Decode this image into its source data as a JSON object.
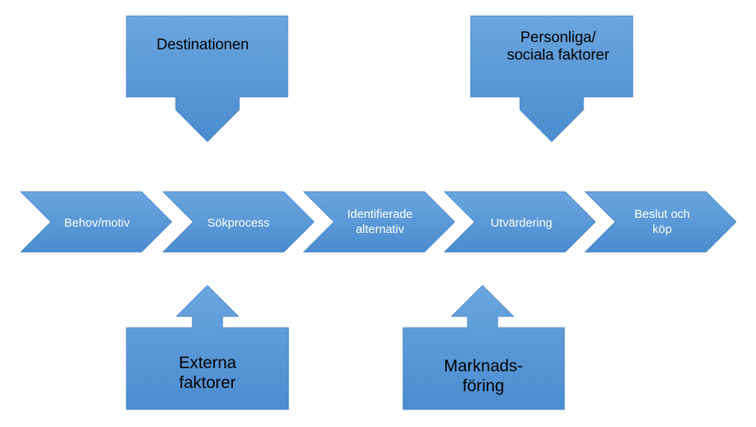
{
  "colors": {
    "gradient_top": "#6aa6df",
    "gradient_bottom": "#4b8ccf",
    "border": "#3f80c4",
    "chevron_text": "#ffffff",
    "box_text": "#000000"
  },
  "process": {
    "steps": [
      {
        "lines": [
          "Behov/motiv"
        ]
      },
      {
        "lines": [
          "Sökprocess"
        ]
      },
      {
        "lines": [
          "Identifierade",
          "alternativ"
        ]
      },
      {
        "lines": [
          "Utvärdering"
        ]
      },
      {
        "lines": [
          "Beslut och",
          "köp"
        ]
      }
    ]
  },
  "influences": {
    "destination": {
      "lines": [
        "Destinationen"
      ]
    },
    "personal": {
      "lines": [
        "Personliga/",
        "sociala faktorer"
      ]
    },
    "external": {
      "lines": [
        "Externa",
        "faktorer"
      ]
    },
    "marketing": {
      "lines": [
        "Marknads-",
        "föring"
      ]
    }
  }
}
